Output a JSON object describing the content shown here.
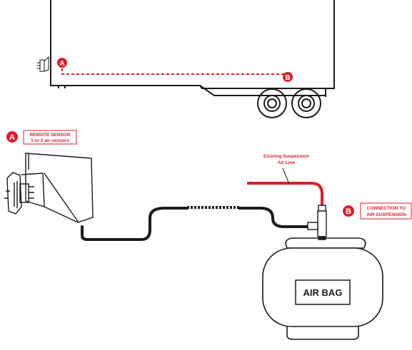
{
  "markers": {
    "a": "A",
    "b": "B"
  },
  "labels": {
    "remote_sensor_line1": "REMOTE SENSOR",
    "remote_sensor_line2": "1 or 2 air sensors",
    "existing_line1": "Existing Suspension",
    "existing_line2": "Air Line",
    "connection_line1": "CONNECTION TO",
    "connection_line2": "AIR SUSPENSION",
    "air_bag": "AIR BAG"
  },
  "colors": {
    "accent": "#e11b2b",
    "ink": "#1a1a1a"
  }
}
